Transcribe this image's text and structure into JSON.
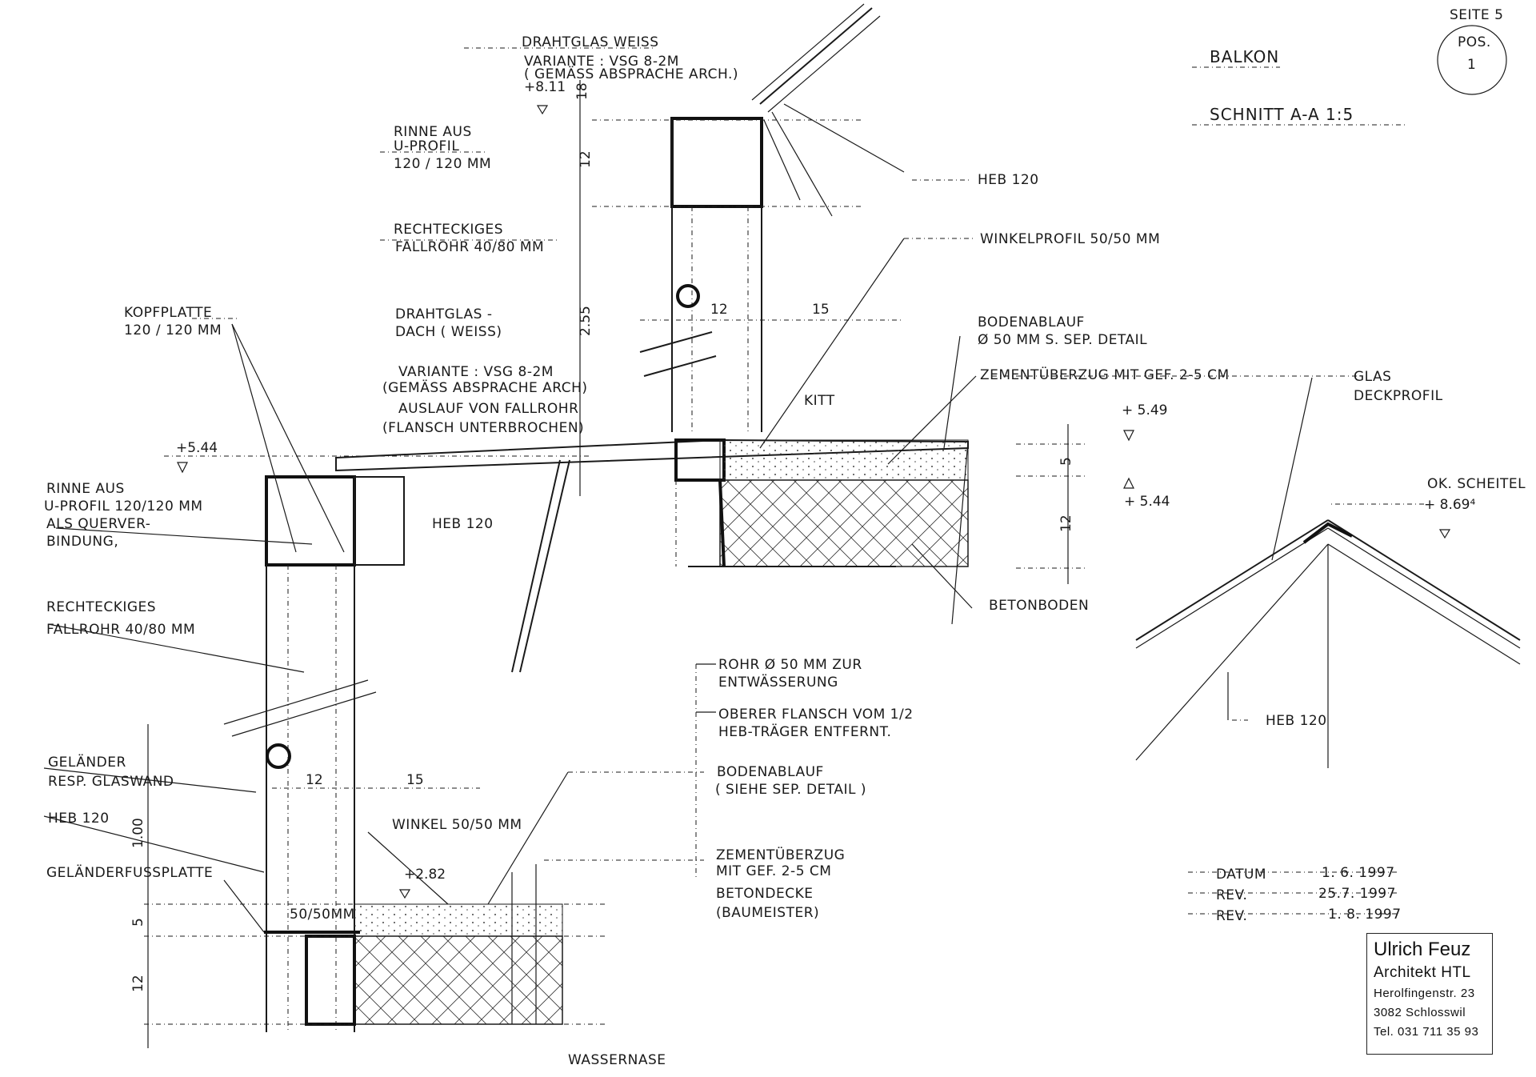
{
  "header": {
    "page": "SEITE 5",
    "pos_label": "POS.",
    "pos_number": "1",
    "title": "BALKON",
    "subtitle": "SCHNITT  A-A 1:5"
  },
  "labels": {
    "drahtglas_weiss": "DRAHTGLAS WEISS",
    "variante_top_1": "VARIANTE : VSG 8-2M",
    "variante_top_2": "( GEMÄSS ABSPRACHE ARCH.)",
    "elev_811": "+8.11",
    "rinne_top_1": "RINNE AUS",
    "rinne_top_2": "U-PROFIL",
    "rinne_top_3": "120 / 120 MM",
    "rechteckiges_top_1": "RECHTECKIGES",
    "rechteckiges_top_2": "FALLROHR 40/80 MM",
    "heb120_top": "HEB 120",
    "winkelprofil": "WINKELPROFIL 50/50 MM",
    "kopfplatte_1": "KOPFPLATTE",
    "kopfplatte_2": "120 / 120 MM",
    "drahtglasdach_1": "DRAHTGLAS -",
    "drahtglasdach_2": "DACH    ( WEISS)",
    "variante_mid_1": "VARIANTE : VSG 8-2M",
    "variante_mid_2": "(GEMÄSS ABSPRACHE ARCH)",
    "auslauf_1": "AUSLAUF VON FALLROHR",
    "auslauf_2": "(FLANSCH UNTERBROCHEN)",
    "bodenablauf_top_1": "BODENABLAUF",
    "bodenablauf_top_2": "Ø 50 MM   S. SEP. DETAIL",
    "zement_top": "ZEMENTÜBERZUG MIT GEF. 2-5 CM",
    "kitt": "KITT",
    "elev_544_left": "+5.44",
    "elev_549": "+ 5.49",
    "elev_544_right": "+ 5.44",
    "rinne_mid_1": "RINNE AUS",
    "rinne_mid_2": "U-PROFIL 120/120 MM",
    "rinne_mid_3": "ALS QUERVER-",
    "rinne_mid_4": "BINDUNG,",
    "heb120_mid": "HEB 120",
    "glas_deckprofil_1": "GLAS",
    "glas_deckprofil_2": "DECKPROFIL",
    "ok_scheitel_1": "OK. SCHEITEL",
    "ok_scheitel_2": "+ 8.69⁴",
    "rechteckiges_mid_1": "RECHTECKIGES",
    "rechteckiges_mid_2": "FALLROHR 40/80 MM",
    "betonboden": "BETONBODEN",
    "rohr_1": "ROHR Ø 50 MM  ZUR",
    "rohr_2": "ENTWÄSSERUNG",
    "flansch_1": "OBERER FLANSCH VOM 1/2",
    "flansch_2": "HEB-TRÄGER ENTFERNT.",
    "heb120_right": "HEB 120",
    "gelaender_1": "GELÄNDER",
    "gelaender_2": "RESP. GLASWAND",
    "heb120_low": "HEB  120",
    "gelaenderfuss": "GELÄNDERFUSSPLATTE",
    "bodenablauf_low_1": "BODENABLAUF",
    "bodenablauf_low_2": "( SIEHE SEP. DETAIL )",
    "winkel_low": "WINKEL 50/50 MM",
    "elev_282": "+2.82",
    "zement_low_1": "ZEMENTÜBERZUG",
    "zement_low_2": "MIT GEF. 2-5 CM",
    "betondecke_1": "BETONDECKE",
    "betondecke_2": "(BAUMEISTER)",
    "winkel_5050mm": "50/50MM",
    "wassernase": "WASSERNASE"
  },
  "dims": {
    "d18": "18",
    "d12_top": "12",
    "d255": "2.55",
    "d12_a": "12",
    "d15_a": "15",
    "d5_right": "5",
    "d12_right": "12",
    "d12_b": "12",
    "d15_b": "15",
    "d100": "1.00",
    "d5_low": "5",
    "d12_low": "12"
  },
  "revisions": {
    "datum_label": "DATUM",
    "datum_value": "1. 6. 1997",
    "rev1_label": "REV.",
    "rev1_value": "25.7. 1997",
    "rev2_label": "REV.",
    "rev2_value": "1. 8. 1997"
  },
  "stamp": {
    "name": "Ulrich Feuz",
    "role": "Architekt HTL",
    "street": "Herolfingenstr. 23",
    "city": "3082 Schlosswil",
    "phone": "Tel. 031 711 35 93"
  }
}
